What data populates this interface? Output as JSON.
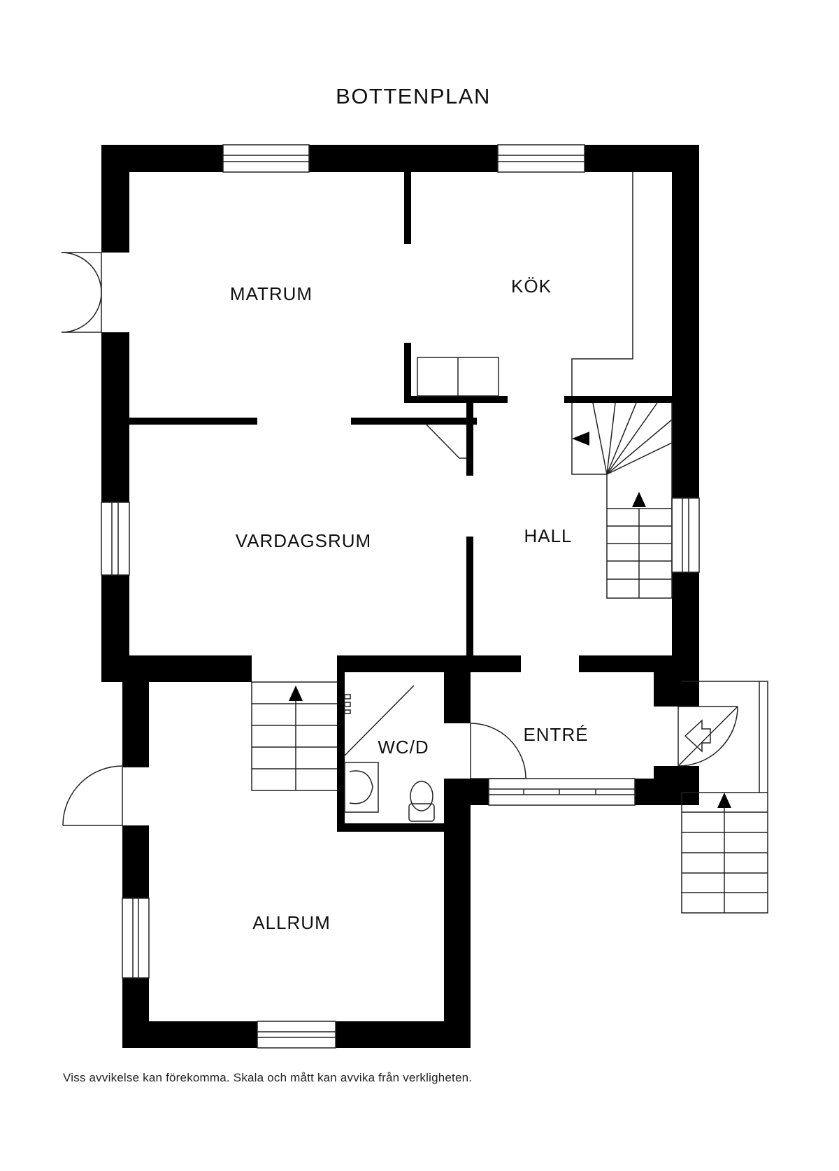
{
  "plan": {
    "title": "BOTTENPLAN",
    "rooms": {
      "matrum": "MATRUM",
      "kok": "KÖK",
      "vardagsrum": "VARDAGSRUM",
      "hall": "HALL",
      "wc": "WC/D",
      "entre": "ENTRÉ",
      "allrum": "ALLRUM"
    }
  },
  "disclaimer": "Viss avvikelse kan förekomma. Skala och mått kan avvika från verkligheten.",
  "colors": {
    "wall": "#000000",
    "line": "#222222",
    "background": "#ffffff"
  }
}
